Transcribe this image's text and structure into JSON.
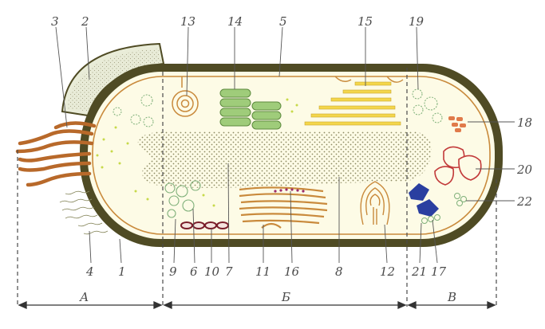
{
  "callouts": {
    "n1": "1",
    "n2": "2",
    "n3": "3",
    "n4": "4",
    "n5": "5",
    "n6": "6",
    "n7": "7",
    "n8": "8",
    "n9": "9",
    "n10": "10",
    "n11": "11",
    "n12": "12",
    "n13": "13",
    "n14": "14",
    "n15": "15",
    "n16": "16",
    "n17": "17",
    "n18": "18",
    "n19": "19",
    "n20": "20",
    "n21": "21",
    "n22": "22"
  },
  "zones": {
    "a": "А",
    "b": "Б",
    "c": "В"
  },
  "colors": {
    "wall": "#4f4b24",
    "cytoplasm": "#fdfbe6",
    "membrane": "#c98a3c",
    "flagella": "#b8692a",
    "nucleoid": "#cfcba0",
    "thylakoid_green": "#9fcc7a",
    "lamella_yellow": "#f4d64a",
    "magnetosome": "#2a3fa0",
    "inclusion_red": "#c23a3a",
    "granule_orange": "#e07a4a",
    "capsule": "#e6ead4"
  }
}
